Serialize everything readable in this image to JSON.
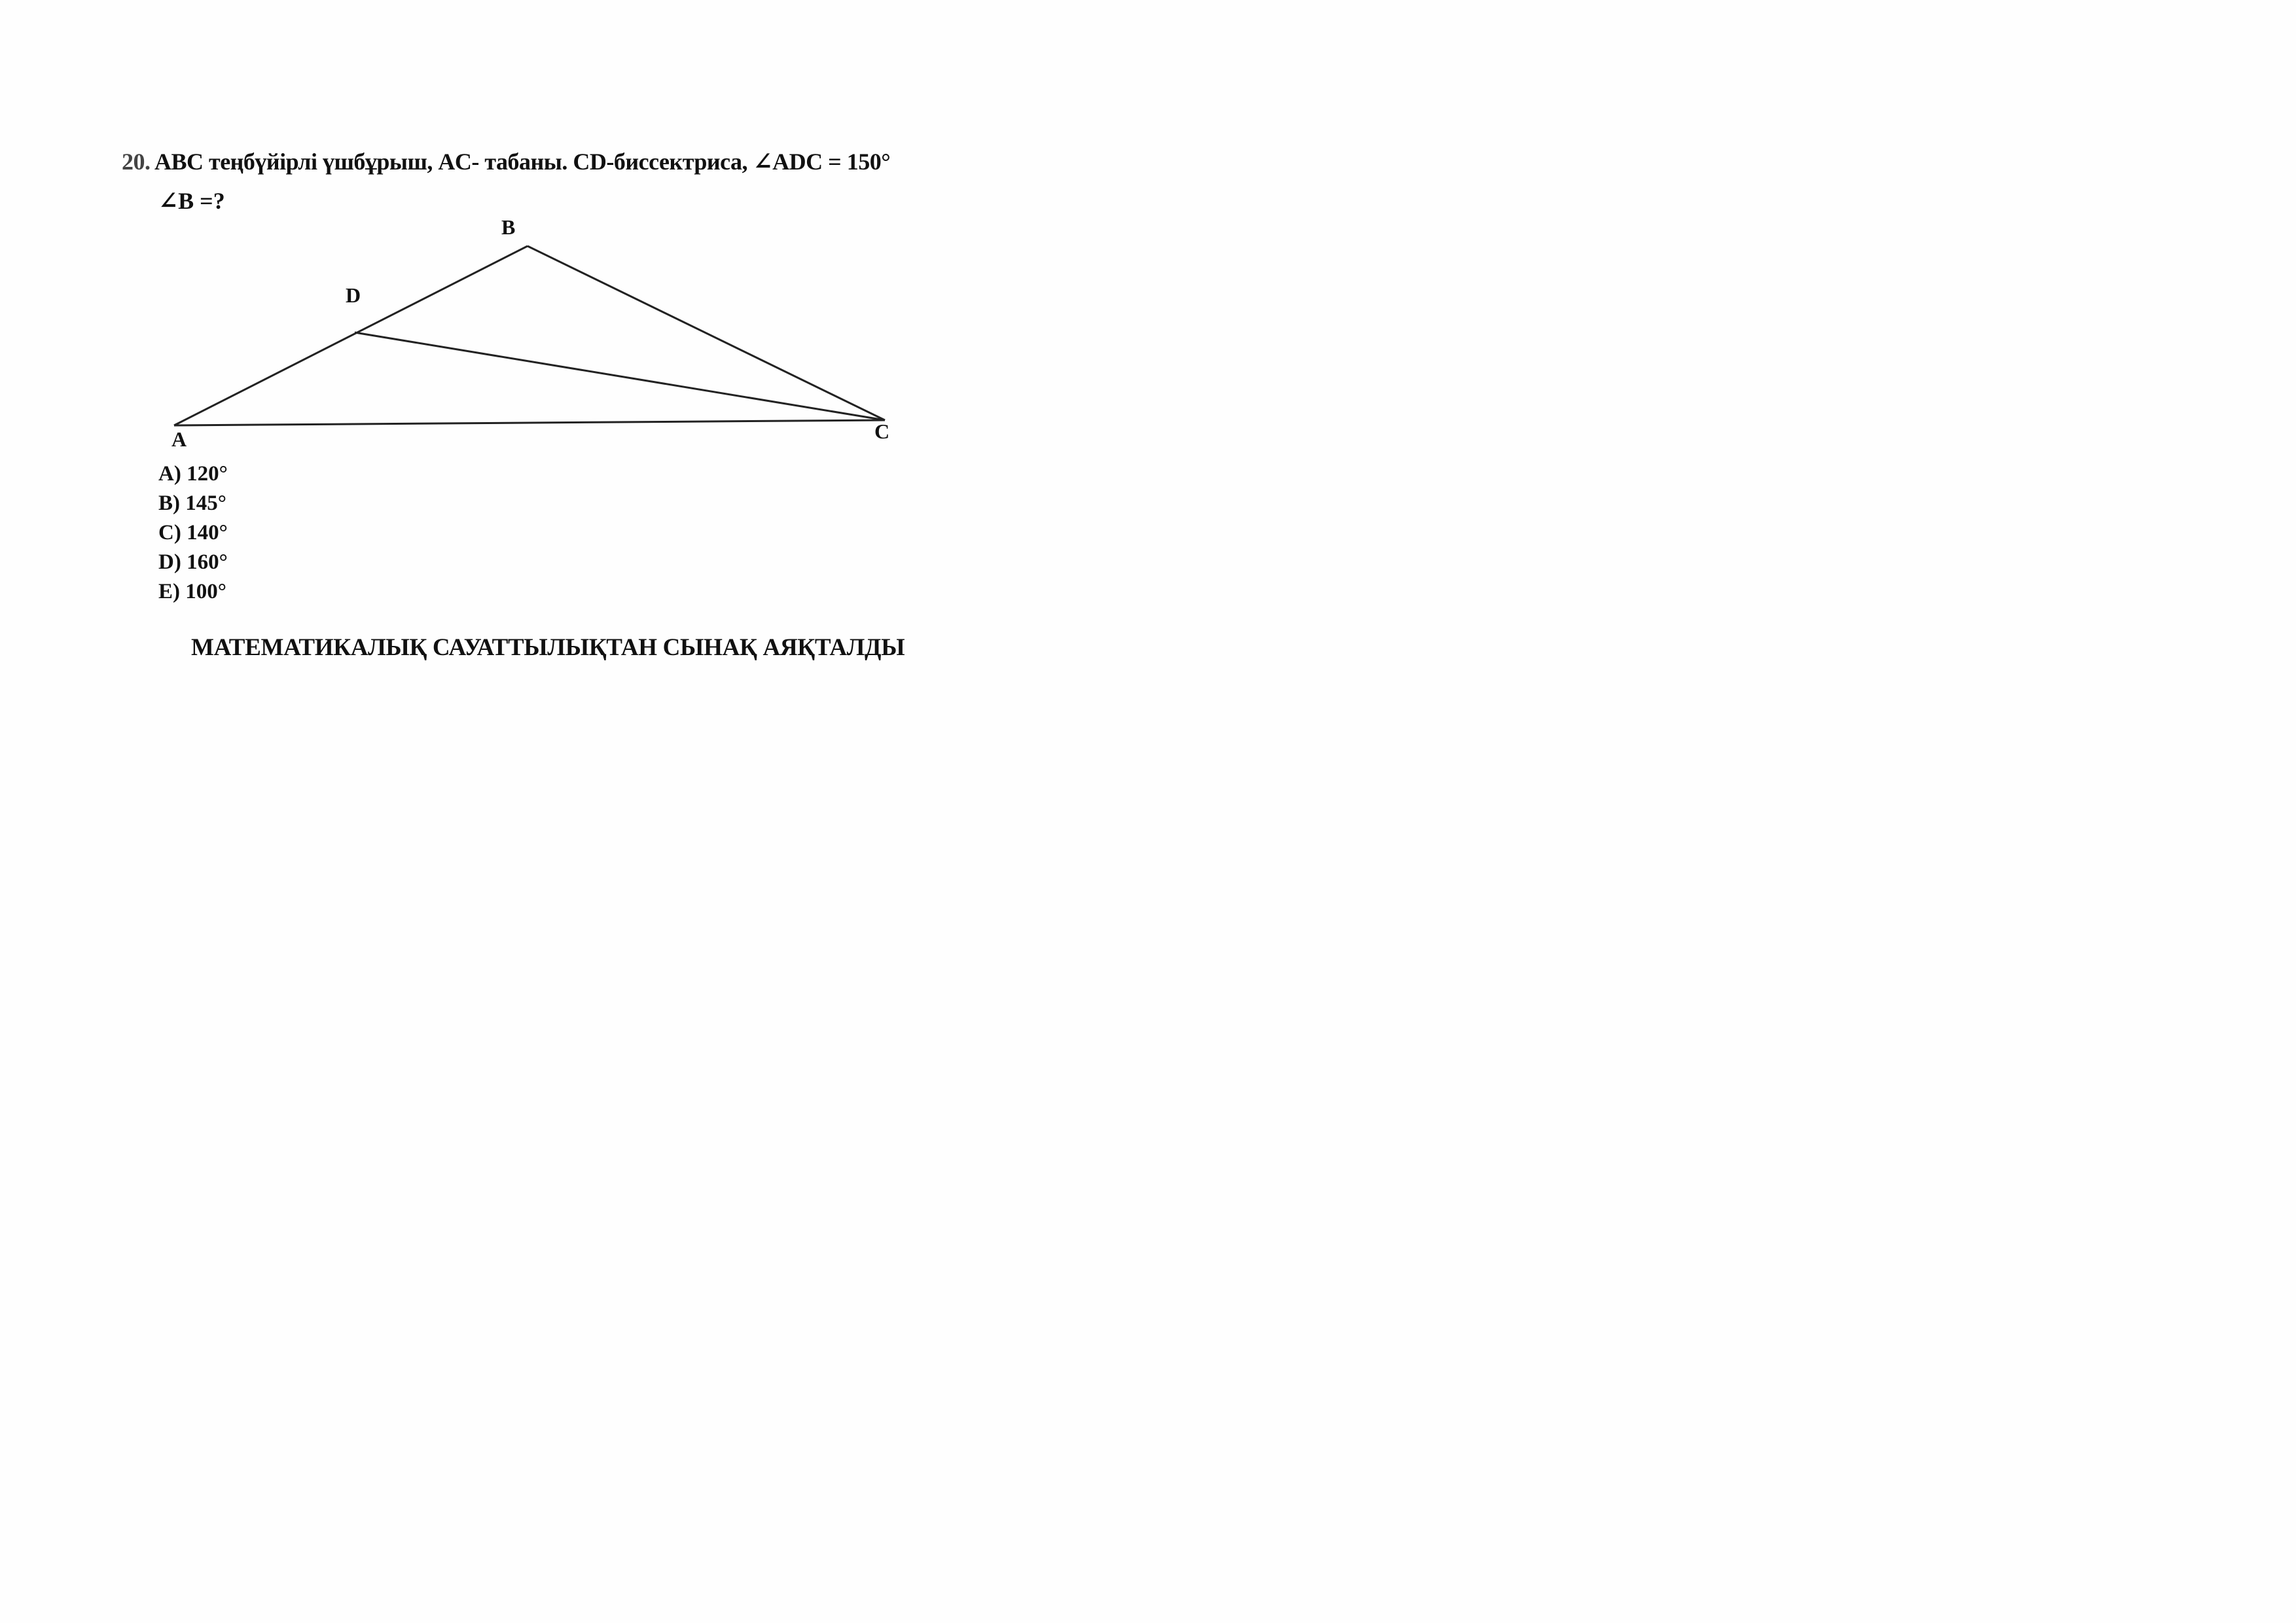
{
  "question": {
    "number": "20.",
    "text": "ABC теңбүйірлі үшбұрыш, AC- табаны. CD-биссектриса, ∠ADC = 150°",
    "ask": "∠B =?"
  },
  "figure": {
    "vertex_labels": {
      "A": "A",
      "B": "B",
      "C": "C",
      "D": "D"
    }
  },
  "options": [
    {
      "label": "A) 120°"
    },
    {
      "label": "B) 145°"
    },
    {
      "label": "C) 140°"
    },
    {
      "label": "D) 160°"
    },
    {
      "label": "E) 100°"
    }
  ],
  "footer": {
    "title": "МАТЕМАТИКАЛЫҚ САУАТТЫЛЫҚТАН  СЫНАҚ АЯҚТАЛДЫ"
  }
}
